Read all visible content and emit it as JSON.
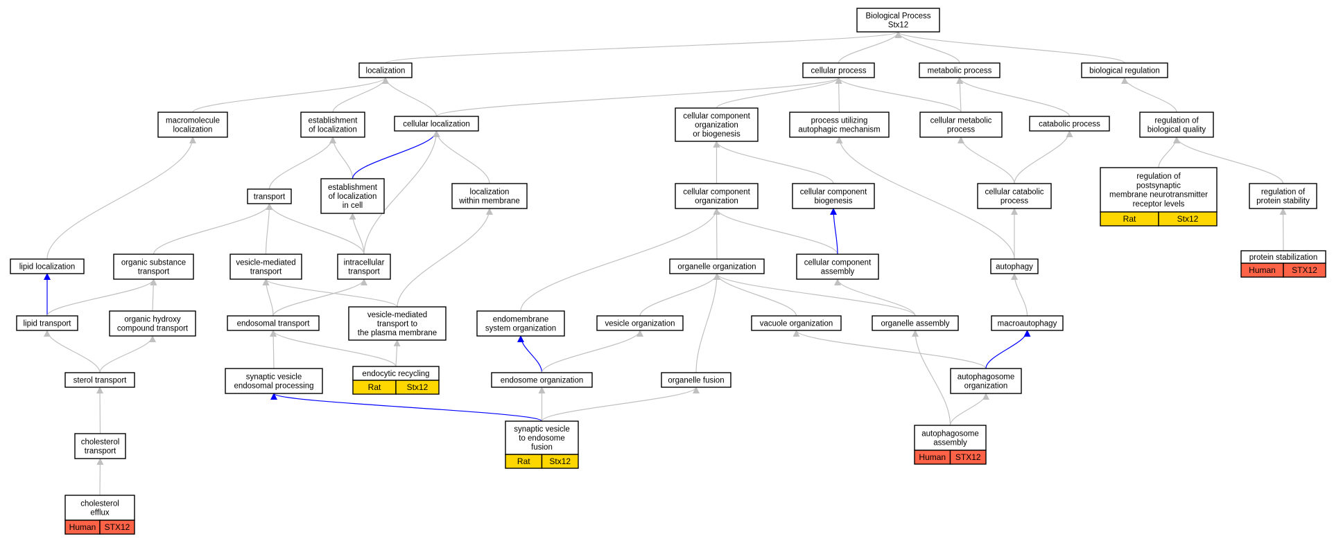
{
  "colors": {
    "edge_default": "#c0c0c0",
    "edge_highlight": "#0000ff",
    "tag_rat": "#ffd700",
    "tag_human": "#ff6347"
  },
  "nodes": [
    {
      "id": "bp",
      "lines": [
        "Biological Process",
        "Stx12"
      ]
    },
    {
      "id": "localization",
      "lines": [
        "localization"
      ]
    },
    {
      "id": "cellular_process",
      "lines": [
        "cellular process"
      ]
    },
    {
      "id": "metabolic_process",
      "lines": [
        "metabolic process"
      ]
    },
    {
      "id": "biological_regulation",
      "lines": [
        "biological regulation"
      ]
    },
    {
      "id": "macromolecule_localization",
      "lines": [
        "macromolecule",
        "localization"
      ]
    },
    {
      "id": "establishment_of_localization",
      "lines": [
        "establishment",
        "of localization"
      ]
    },
    {
      "id": "cellular_localization",
      "lines": [
        "cellular localization"
      ]
    },
    {
      "id": "cc_org_biogenesis",
      "lines": [
        "cellular component",
        "organization",
        "or biogenesis"
      ]
    },
    {
      "id": "process_autophagic",
      "lines": [
        "process utilizing",
        "autophagic mechanism"
      ]
    },
    {
      "id": "cellular_metabolic",
      "lines": [
        "cellular metabolic",
        "process"
      ]
    },
    {
      "id": "catabolic_process",
      "lines": [
        "catabolic process"
      ]
    },
    {
      "id": "regulation_bio_quality",
      "lines": [
        "regulation of",
        "biological quality"
      ]
    },
    {
      "id": "transport",
      "lines": [
        "transport"
      ]
    },
    {
      "id": "establishment_loc_cell",
      "lines": [
        "establishment",
        "of localization",
        "in cell"
      ]
    },
    {
      "id": "localization_within_membrane",
      "lines": [
        "localization",
        "within membrane"
      ]
    },
    {
      "id": "cc_organization",
      "lines": [
        "cellular component",
        "organization"
      ]
    },
    {
      "id": "cc_biogenesis",
      "lines": [
        "cellular component",
        "biogenesis"
      ]
    },
    {
      "id": "cellular_catabolic",
      "lines": [
        "cellular catabolic",
        "process"
      ]
    },
    {
      "id": "reg_postsynaptic",
      "lines": [
        "regulation of",
        "postsynaptic",
        "membrane neurotransmitter",
        "receptor levels"
      ],
      "tag": {
        "species": "Rat",
        "gene": "Stx12",
        "color": "#ffd700"
      }
    },
    {
      "id": "reg_protein_stability",
      "lines": [
        "regulation of",
        "protein stability"
      ]
    },
    {
      "id": "lipid_localization",
      "lines": [
        "lipid localization"
      ]
    },
    {
      "id": "organic_substance_transport",
      "lines": [
        "organic substance",
        "transport"
      ]
    },
    {
      "id": "vesicle_mediated_transport",
      "lines": [
        "vesicle-mediated",
        "transport"
      ]
    },
    {
      "id": "intracellular_transport",
      "lines": [
        "intracellular",
        "transport"
      ]
    },
    {
      "id": "organelle_organization",
      "lines": [
        "organelle organization"
      ]
    },
    {
      "id": "cc_assembly",
      "lines": [
        "cellular component",
        "assembly"
      ]
    },
    {
      "id": "autophagy",
      "lines": [
        "autophagy"
      ]
    },
    {
      "id": "protein_stabilization",
      "lines": [
        "protein stabilization"
      ],
      "tag": {
        "species": "Human",
        "gene": "STX12",
        "color": "#ff6347"
      }
    },
    {
      "id": "lipid_transport",
      "lines": [
        "lipid transport"
      ]
    },
    {
      "id": "organic_hydroxy",
      "lines": [
        "organic hydroxy",
        "compound transport"
      ]
    },
    {
      "id": "endosomal_transport",
      "lines": [
        "endosomal transport"
      ]
    },
    {
      "id": "vesicle_to_pm",
      "lines": [
        "vesicle-mediated",
        "transport to",
        "the plasma membrane"
      ]
    },
    {
      "id": "endomembrane_org",
      "lines": [
        "endomembrane",
        "system organization"
      ]
    },
    {
      "id": "vesicle_organization",
      "lines": [
        "vesicle organization"
      ]
    },
    {
      "id": "vacuole_organization",
      "lines": [
        "vacuole organization"
      ]
    },
    {
      "id": "organelle_assembly",
      "lines": [
        "organelle assembly"
      ]
    },
    {
      "id": "macroautophagy",
      "lines": [
        "macroautophagy"
      ]
    },
    {
      "id": "sterol_transport",
      "lines": [
        "sterol transport"
      ]
    },
    {
      "id": "synaptic_vesicle_endosomal",
      "lines": [
        "synaptic vesicle",
        "endosomal processing"
      ]
    },
    {
      "id": "endocytic_recycling",
      "lines": [
        "endocytic recycling"
      ],
      "tag": {
        "species": "Rat",
        "gene": "Stx12",
        "color": "#ffd700"
      }
    },
    {
      "id": "endosome_organization",
      "lines": [
        "endosome organization"
      ]
    },
    {
      "id": "organelle_fusion",
      "lines": [
        "organelle fusion"
      ]
    },
    {
      "id": "autophagosome_organization",
      "lines": [
        "autophagosome",
        "organization"
      ]
    },
    {
      "id": "cholesterol_transport",
      "lines": [
        "cholesterol",
        "transport"
      ]
    },
    {
      "id": "sv_endosome_fusion",
      "lines": [
        "synaptic vesicle",
        "to endosome",
        "fusion"
      ],
      "tag": {
        "species": "Rat",
        "gene": "Stx12",
        "color": "#ffd700"
      }
    },
    {
      "id": "autophagosome_assembly",
      "lines": [
        "autophagosome",
        "assembly"
      ],
      "tag": {
        "species": "Human",
        "gene": "STX12",
        "color": "#ff6347"
      }
    },
    {
      "id": "cholesterol_efflux",
      "lines": [
        "cholesterol",
        "efflux"
      ],
      "tag": {
        "species": "Human",
        "gene": "STX12",
        "color": "#ff6347"
      }
    }
  ],
  "edges": [
    {
      "from": "localization",
      "to": "bp"
    },
    {
      "from": "cellular_process",
      "to": "bp"
    },
    {
      "from": "metabolic_process",
      "to": "bp"
    },
    {
      "from": "biological_regulation",
      "to": "bp"
    },
    {
      "from": "macromolecule_localization",
      "to": "localization"
    },
    {
      "from": "establishment_of_localization",
      "to": "localization"
    },
    {
      "from": "cellular_localization",
      "to": "localization"
    },
    {
      "from": "cellular_localization",
      "to": "cellular_process"
    },
    {
      "from": "cc_org_biogenesis",
      "to": "cellular_process"
    },
    {
      "from": "process_autophagic",
      "to": "cellular_process"
    },
    {
      "from": "cellular_metabolic",
      "to": "cellular_process"
    },
    {
      "from": "cellular_metabolic",
      "to": "metabolic_process"
    },
    {
      "from": "catabolic_process",
      "to": "metabolic_process"
    },
    {
      "from": "regulation_bio_quality",
      "to": "biological_regulation"
    },
    {
      "from": "transport",
      "to": "establishment_of_localization"
    },
    {
      "from": "establishment_loc_cell",
      "to": "establishment_of_localization"
    },
    {
      "from": "establishment_loc_cell",
      "to": "cellular_localization",
      "highlight": true
    },
    {
      "from": "localization_within_membrane",
      "to": "cellular_localization"
    },
    {
      "from": "cc_organization",
      "to": "cc_org_biogenesis"
    },
    {
      "from": "cc_biogenesis",
      "to": "cc_org_biogenesis"
    },
    {
      "from": "cellular_catabolic",
      "to": "cellular_metabolic"
    },
    {
      "from": "cellular_catabolic",
      "to": "catabolic_process"
    },
    {
      "from": "reg_postsynaptic",
      "to": "regulation_bio_quality"
    },
    {
      "from": "reg_protein_stability",
      "to": "regulation_bio_quality"
    },
    {
      "from": "lipid_localization",
      "to": "macromolecule_localization"
    },
    {
      "from": "organic_substance_transport",
      "to": "transport"
    },
    {
      "from": "vesicle_mediated_transport",
      "to": "transport"
    },
    {
      "from": "intracellular_transport",
      "to": "transport"
    },
    {
      "from": "intracellular_transport",
      "to": "establishment_loc_cell"
    },
    {
      "from": "intracellular_transport",
      "to": "cellular_localization"
    },
    {
      "from": "organelle_organization",
      "to": "cc_organization"
    },
    {
      "from": "cc_assembly",
      "to": "cc_organization"
    },
    {
      "from": "cc_assembly",
      "to": "cc_biogenesis",
      "highlight": true
    },
    {
      "from": "autophagy",
      "to": "process_autophagic"
    },
    {
      "from": "autophagy",
      "to": "cellular_catabolic"
    },
    {
      "from": "protein_stabilization",
      "to": "reg_protein_stability"
    },
    {
      "from": "lipid_transport",
      "to": "lipid_localization",
      "highlight": true
    },
    {
      "from": "lipid_transport",
      "to": "organic_substance_transport"
    },
    {
      "from": "organic_hydroxy",
      "to": "organic_substance_transport"
    },
    {
      "from": "endosomal_transport",
      "to": "vesicle_mediated_transport"
    },
    {
      "from": "endosomal_transport",
      "to": "intracellular_transport"
    },
    {
      "from": "vesicle_to_pm",
      "to": "vesicle_mediated_transport"
    },
    {
      "from": "vesicle_to_pm",
      "to": "localization_within_membrane"
    },
    {
      "from": "endomembrane_org",
      "to": "cc_organization"
    },
    {
      "from": "vesicle_organization",
      "to": "organelle_organization"
    },
    {
      "from": "vacuole_organization",
      "to": "organelle_organization"
    },
    {
      "from": "organelle_assembly",
      "to": "organelle_organization"
    },
    {
      "from": "organelle_assembly",
      "to": "cc_assembly"
    },
    {
      "from": "macroautophagy",
      "to": "autophagy"
    },
    {
      "from": "sterol_transport",
      "to": "lipid_transport"
    },
    {
      "from": "sterol_transport",
      "to": "organic_hydroxy"
    },
    {
      "from": "synaptic_vesicle_endosomal",
      "to": "endosomal_transport"
    },
    {
      "from": "endocytic_recycling",
      "to": "endosomal_transport"
    },
    {
      "from": "endocytic_recycling",
      "to": "vesicle_to_pm"
    },
    {
      "from": "endosome_organization",
      "to": "endomembrane_org",
      "highlight": true
    },
    {
      "from": "endosome_organization",
      "to": "vesicle_organization"
    },
    {
      "from": "organelle_fusion",
      "to": "organelle_organization"
    },
    {
      "from": "autophagosome_organization",
      "to": "vacuole_organization"
    },
    {
      "from": "autophagosome_organization",
      "to": "macroautophagy",
      "highlight": true
    },
    {
      "from": "cholesterol_transport",
      "to": "sterol_transport"
    },
    {
      "from": "sv_endosome_fusion",
      "to": "synaptic_vesicle_endosomal",
      "highlight": true
    },
    {
      "from": "sv_endosome_fusion",
      "to": "endosome_organization"
    },
    {
      "from": "sv_endosome_fusion",
      "to": "organelle_fusion"
    },
    {
      "from": "autophagosome_assembly",
      "to": "organelle_assembly"
    },
    {
      "from": "autophagosome_assembly",
      "to": "autophagosome_organization"
    },
    {
      "from": "cholesterol_efflux",
      "to": "cholesterol_transport"
    }
  ]
}
